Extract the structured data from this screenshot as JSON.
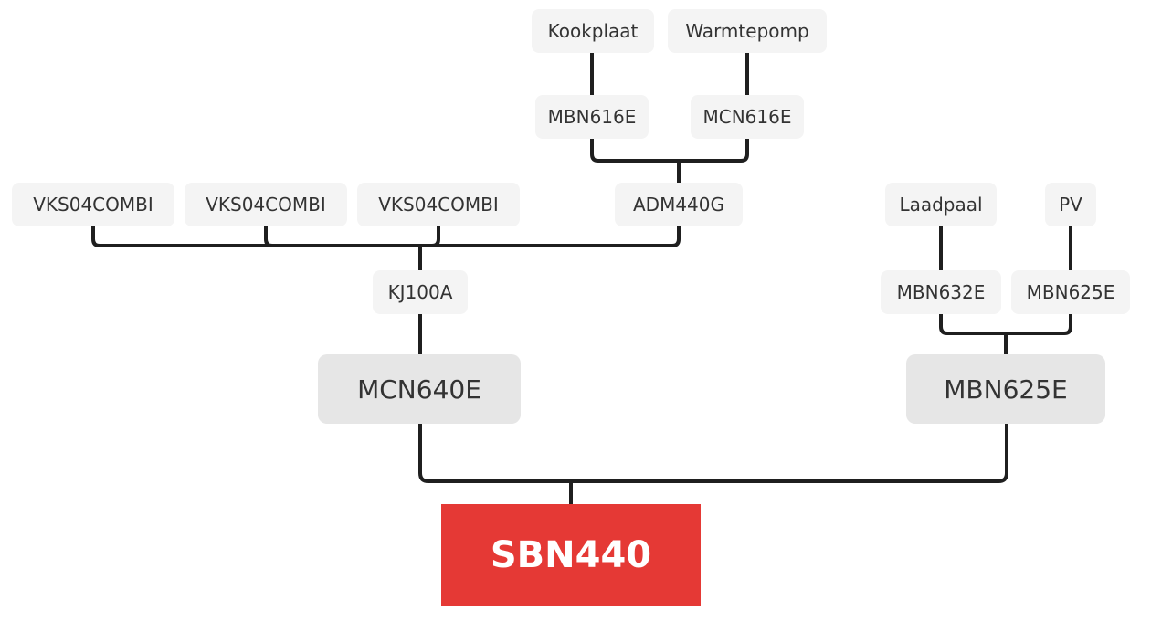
{
  "colors": {
    "root": "#e53935",
    "wire": "#1f1f1f",
    "small_node": "#f4f4f4",
    "mid_node": "#e6e6e6"
  },
  "nodes": {
    "kookplaat": "Kookplaat",
    "warmtepomp": "Warmtepomp",
    "mbn616e": "MBN616E",
    "mcn616e": "MCN616E",
    "vks04combi_1": "VKS04COMBI",
    "vks04combi_2": "VKS04COMBI",
    "vks04combi_3": "VKS04COMBI",
    "adm440g": "ADM440G",
    "laadpaal": "Laadpaal",
    "pv": "PV",
    "kj100a": "KJ100A",
    "mbn632e": "MBN632E",
    "mbn625e_small": "MBN625E",
    "mcn640e": "MCN640E",
    "mbn625e": "MBN625E",
    "sbn440": "SBN440"
  }
}
